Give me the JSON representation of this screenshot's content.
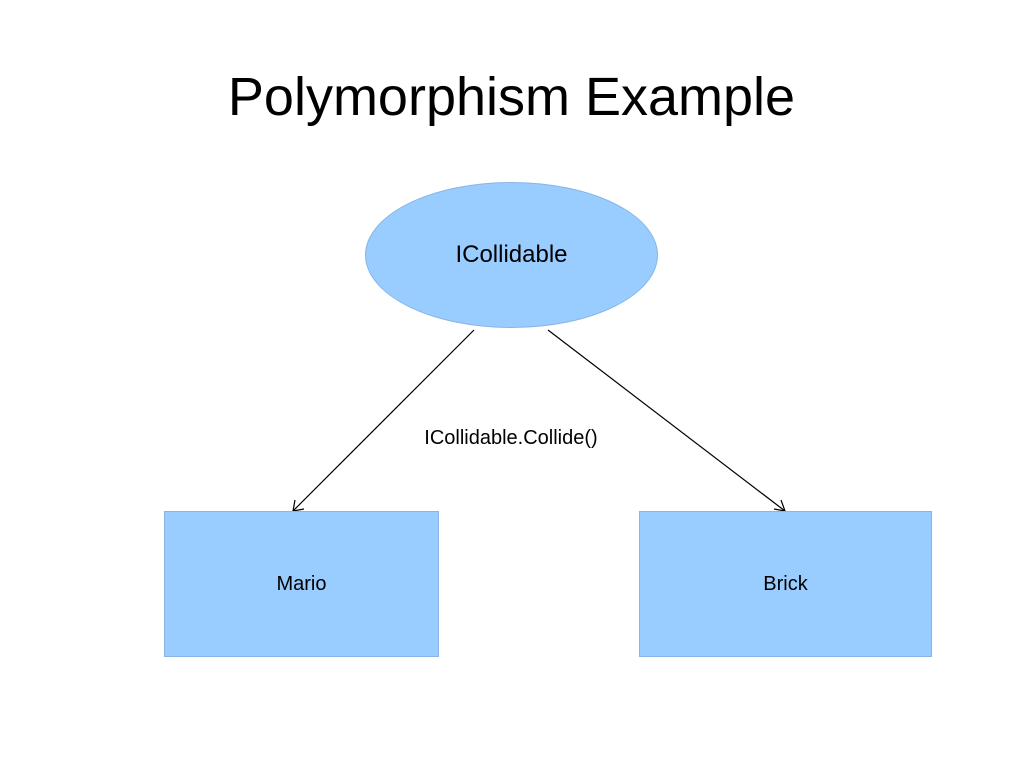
{
  "title": "Polymorphism Example",
  "colors": {
    "node_fill": "#99ccff",
    "node_border": "#8ab4e6",
    "connector": "#000000",
    "text": "#000000",
    "background": "#ffffff"
  },
  "interface_node": {
    "label": "ICollidable"
  },
  "method_label": "ICollidable.Collide()",
  "class_nodes": [
    {
      "label": "Mario"
    },
    {
      "label": "Brick"
    }
  ],
  "edges": [
    {
      "from": "ICollidable",
      "to": "Mario"
    },
    {
      "from": "ICollidable",
      "to": "Brick"
    }
  ]
}
